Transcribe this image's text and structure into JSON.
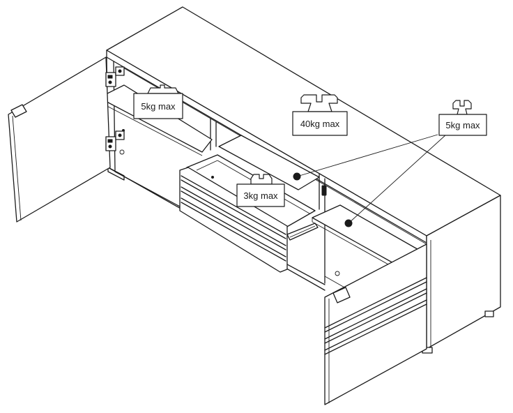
{
  "load_labels": {
    "left_shelf": "5kg max",
    "top_surface": "40kg max",
    "right_shelves": "5kg max",
    "drawer": "3kg max"
  }
}
